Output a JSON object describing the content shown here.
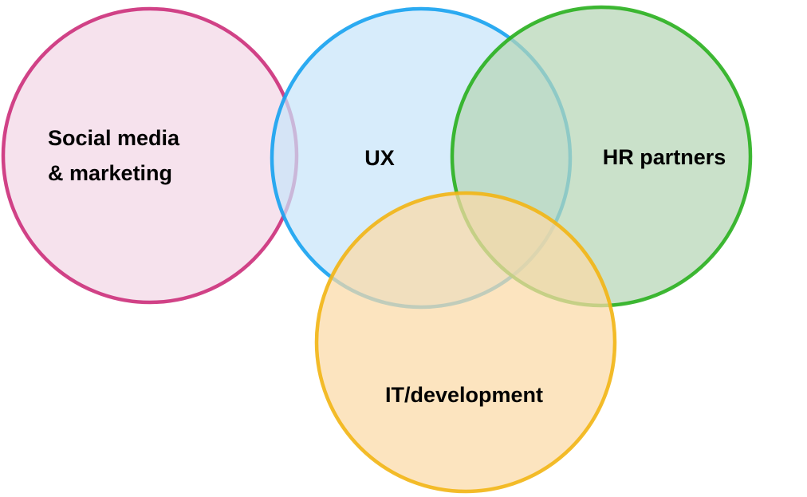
{
  "diagram": {
    "type": "venn",
    "sets": [
      {
        "id": "social",
        "label_lines": [
          "Social media",
          "& marketing"
        ],
        "fill": "#f3d7e6",
        "stroke": "#cc2f7a"
      },
      {
        "id": "ux",
        "label_lines": [
          "UX"
        ],
        "fill": "#c7e4fa",
        "stroke": "#16a2f0"
      },
      {
        "id": "hr",
        "label_lines": [
          "HR partners"
        ],
        "fill": "#b5d6b5",
        "stroke": "#29b01e"
      },
      {
        "id": "it",
        "label_lines": [
          "IT/development"
        ],
        "fill": "#fbd9a6",
        "stroke": "#f2b514"
      }
    ]
  }
}
